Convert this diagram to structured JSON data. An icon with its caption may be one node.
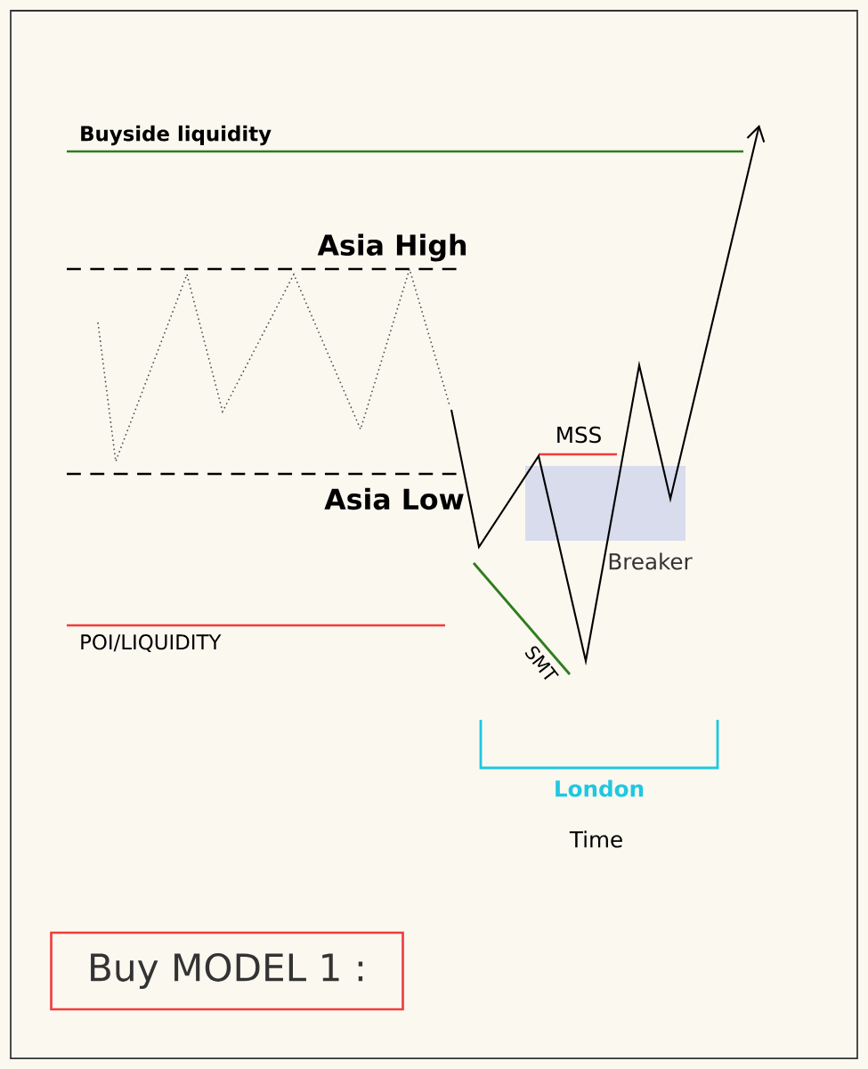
{
  "diagram": {
    "nodes": [
      {
        "text": [
          "Buy MODEL 1 :"
        ]
      }
    ],
    "labels": [
      "Buyside liquidity",
      "Asia High",
      "MSS",
      "Asia Low",
      "Breaker",
      "POI/LIQUIDITY",
      "SMT",
      "London",
      "Time"
    ]
  }
}
